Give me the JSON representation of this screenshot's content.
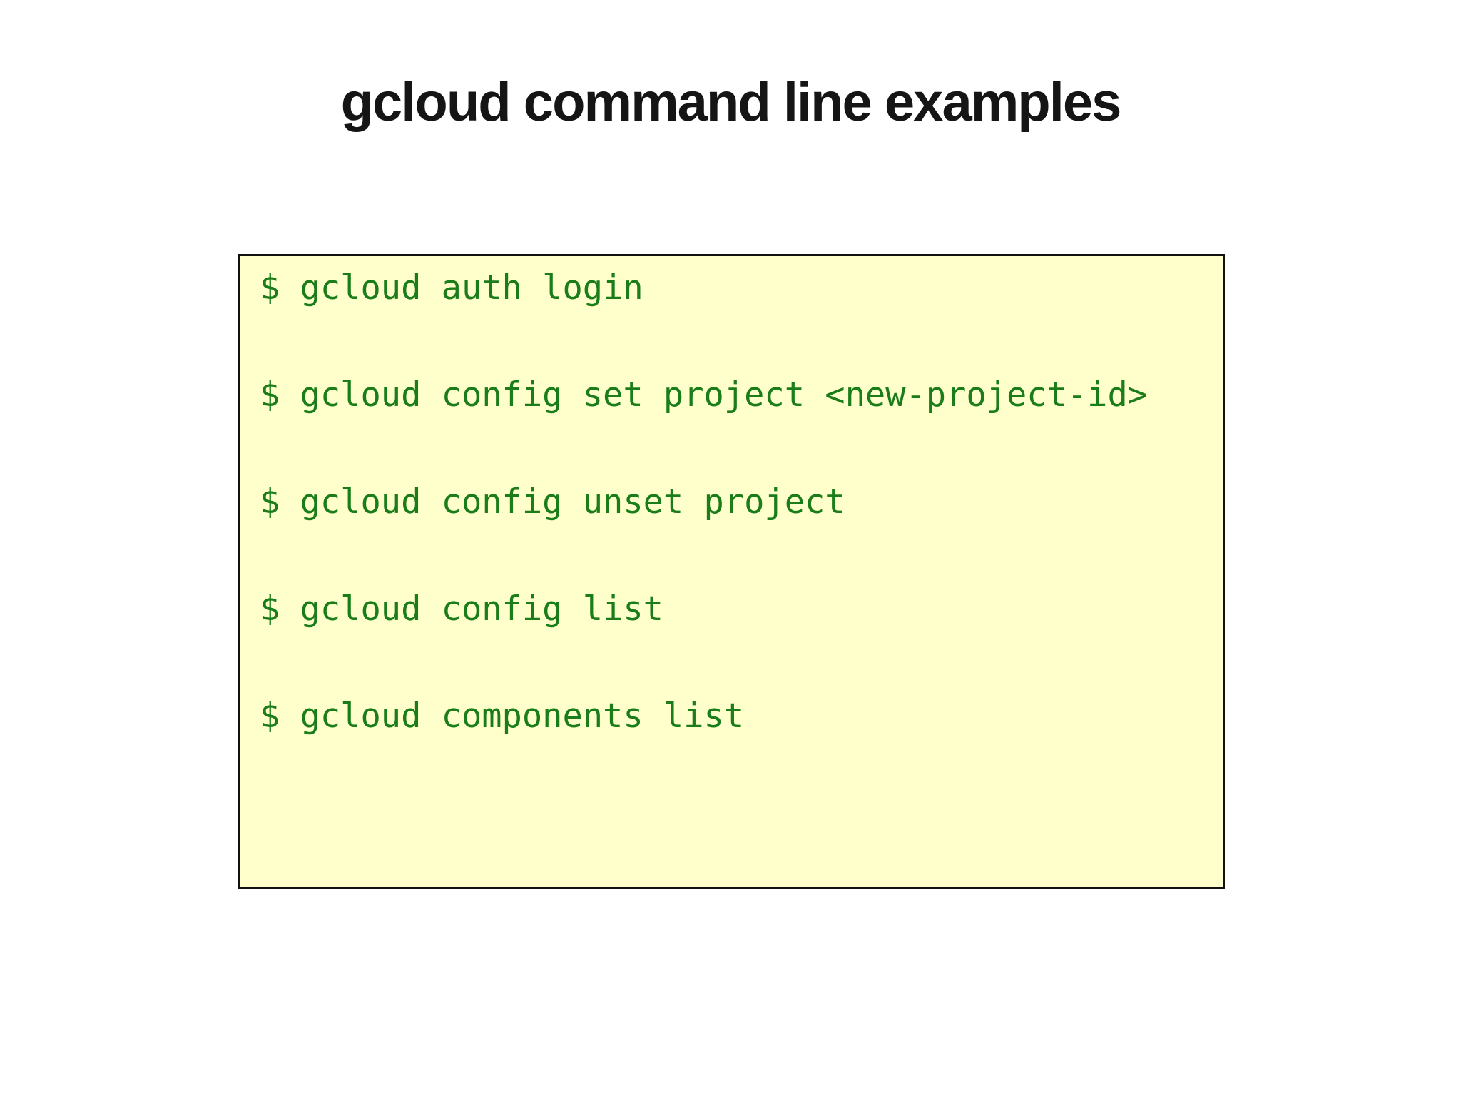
{
  "page": {
    "background_color": "#ffffff"
  },
  "title": "gcloud command line examples",
  "code_box": {
    "background_color": "#ffffcc",
    "border_color": "#111111",
    "text_color": "#1a7d1a",
    "commands": [
      "$ gcloud auth login",
      "$ gcloud config set project <new-project-id>",
      "$ gcloud config unset project",
      "$ gcloud config list",
      "$ gcloud components list"
    ]
  }
}
